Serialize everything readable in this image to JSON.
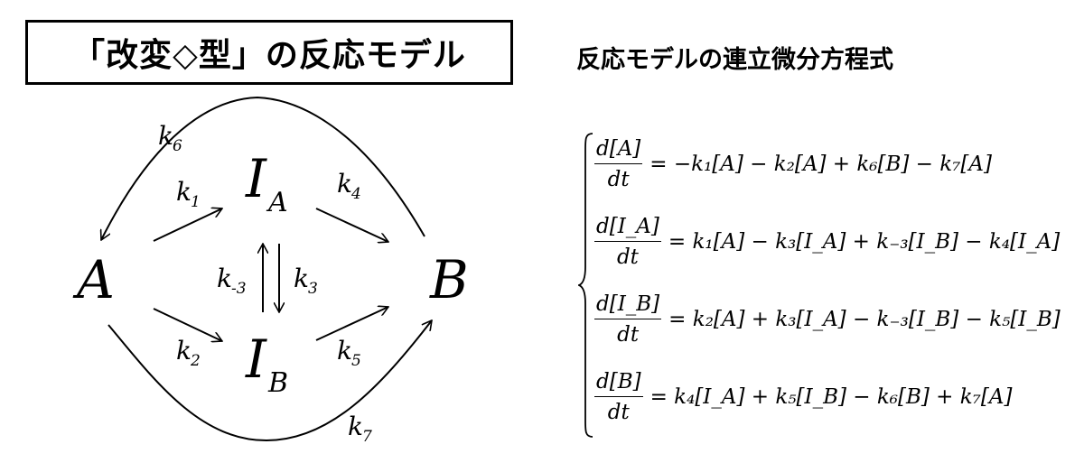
{
  "header": {
    "title": "「改変◇型」の反応モデル",
    "subtitle": "反応モデルの連立微分方程式"
  },
  "diagram": {
    "nodes": {
      "A": "A",
      "IA": "I",
      "IA_sub": "A",
      "IB": "I",
      "IB_sub": "B",
      "B": "B"
    },
    "rates": {
      "k1": "k",
      "k1_sub": "1",
      "k2": "k",
      "k2_sub": "2",
      "k3": "k",
      "k3_sub": "3",
      "km3": "k",
      "km3_sub": "-3",
      "k4": "k",
      "k4_sub": "4",
      "k5": "k",
      "k5_sub": "5",
      "k6": "k",
      "k6_sub": "6",
      "k7": "k",
      "k7_sub": "7"
    }
  },
  "equations": [
    {
      "numerator": "d[A]",
      "denominator": "dt",
      "rhs": "= −k₁[A] − k₂[A] + k₆[B] − k₇[A]"
    },
    {
      "numerator": "d[I_A]",
      "denominator": "dt",
      "rhs": "= k₁[A] − k₃[I_A] + k₋₃[I_B] − k₄[I_A]"
    },
    {
      "numerator": "d[I_B]",
      "denominator": "dt",
      "rhs": "= k₂[A] + k₃[I_A] − k₋₃[I_B] − k₅[I_B]"
    },
    {
      "numerator": "d[B]",
      "denominator": "dt",
      "rhs": "= k₄[I_A] + k₅[I_B] − k₆[B] + k₇[A]"
    }
  ]
}
